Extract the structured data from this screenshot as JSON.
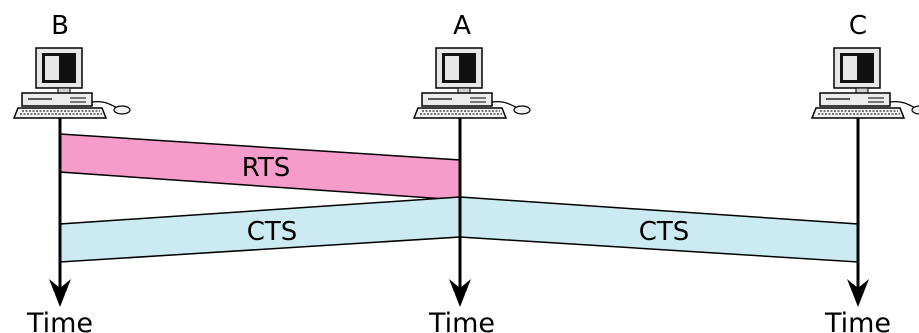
{
  "nodes": [
    {
      "id": "B",
      "label": "B",
      "time_label": "Time"
    },
    {
      "id": "A",
      "label": "A",
      "time_label": "Time"
    },
    {
      "id": "C",
      "label": "C",
      "time_label": "Time"
    }
  ],
  "messages": [
    {
      "label": "RTS",
      "from": "B",
      "to": "A",
      "color": "#f59ccb"
    },
    {
      "label": "CTS",
      "from": "A",
      "to": "B",
      "color": "#cceaf1"
    },
    {
      "label": "CTS",
      "from": "A",
      "to": "C",
      "color": "#cceaf1"
    }
  ],
  "colors": {
    "rts_fill": "#f59ccb",
    "cts_fill": "#cceaf1",
    "line": "#000000"
  },
  "icons": {
    "station": "desktop-computer-icon"
  }
}
